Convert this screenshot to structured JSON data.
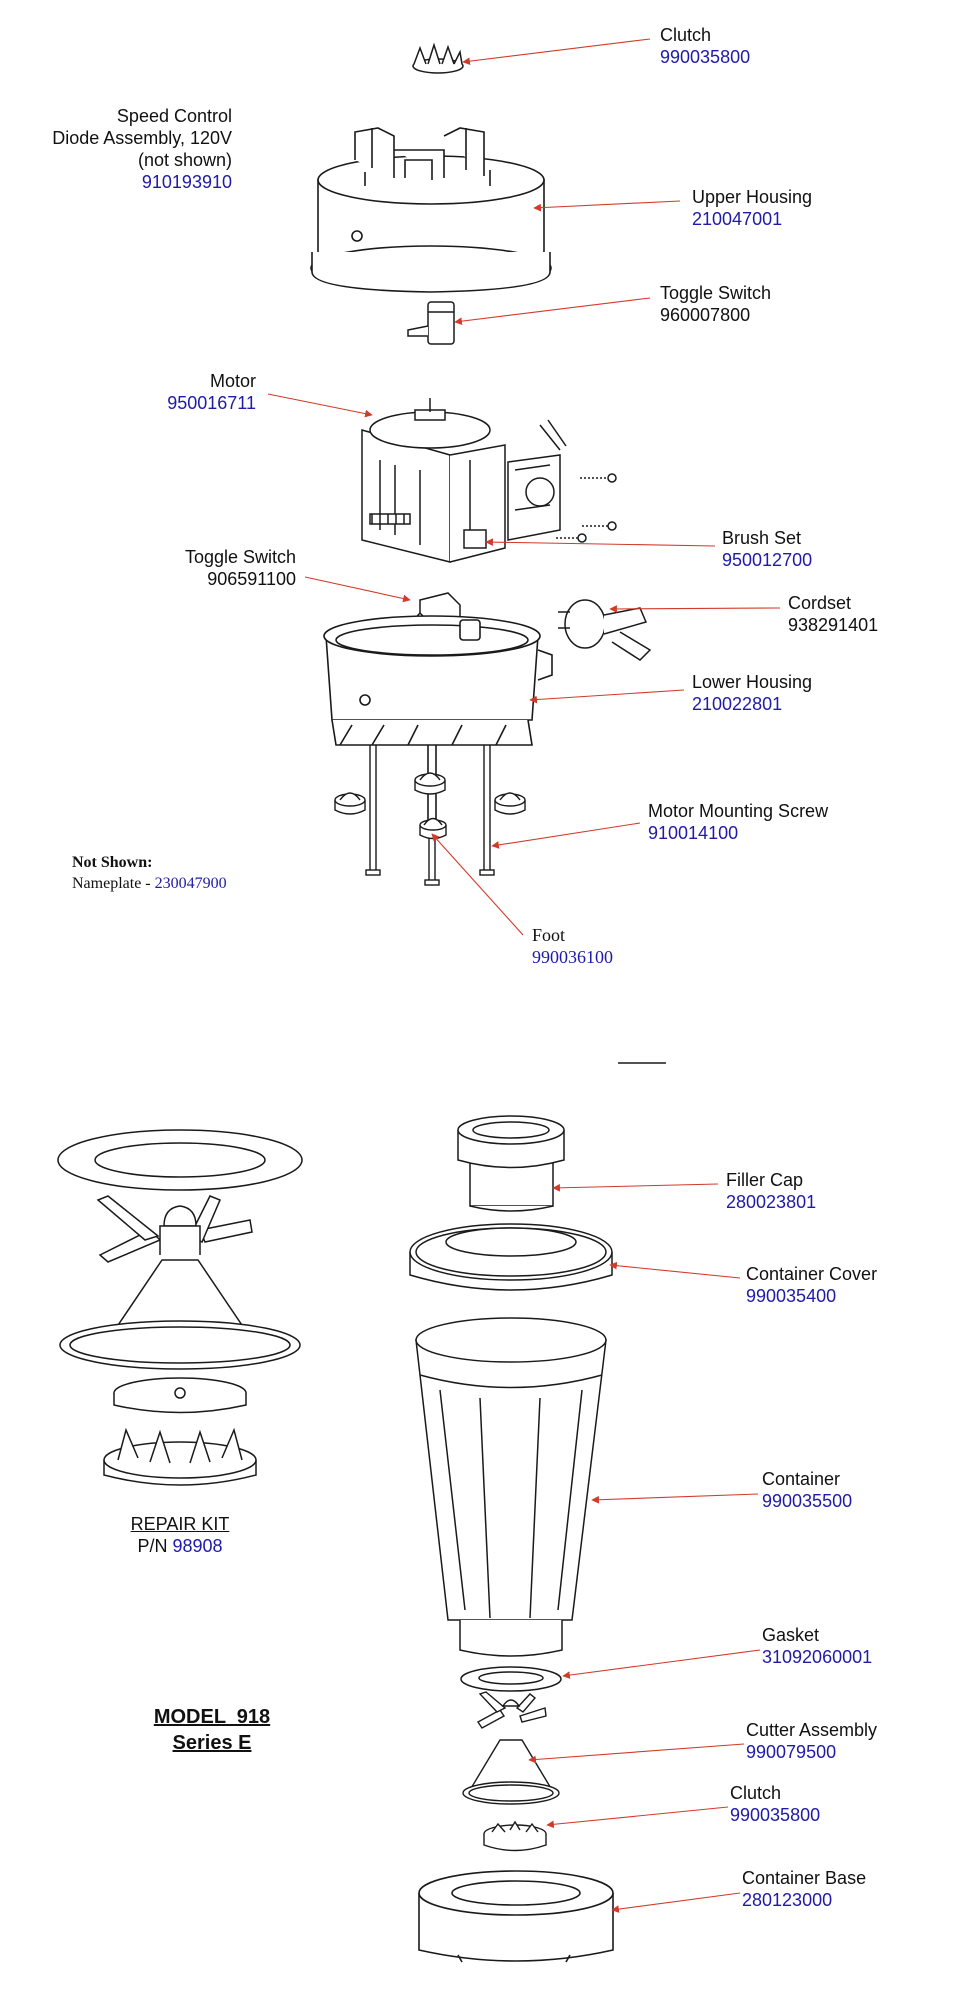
{
  "parts": {
    "clutch_top": {
      "name": "Clutch",
      "pn": "990035800"
    },
    "speed_control": {
      "line1": "Speed Control",
      "line2": "Diode Assembly, 120V",
      "line3": "(not shown)",
      "pn": "910193910"
    },
    "upper_housing": {
      "name": "Upper Housing",
      "pn": "210047001"
    },
    "toggle_switch_top": {
      "name": "Toggle Switch",
      "pn": "960007800"
    },
    "motor": {
      "name": "Motor",
      "pn": "950016711"
    },
    "brush_set": {
      "name": "Brush Set",
      "pn": "950012700"
    },
    "toggle_switch_mid": {
      "name": "Toggle Switch",
      "pn": "906591100"
    },
    "cordset": {
      "name": "Cordset",
      "pn": "938291401"
    },
    "lower_housing": {
      "name": "Lower Housing",
      "pn": "210022801"
    },
    "motor_mounting_screw": {
      "name": "Motor Mounting Screw",
      "pn": "910014100"
    },
    "foot": {
      "name": "Foot",
      "pn": "990036100"
    },
    "filler_cap": {
      "name": "Filler Cap",
      "pn": "280023801"
    },
    "container_cover": {
      "name": "Container Cover",
      "pn": "990035400"
    },
    "container": {
      "name": "Container",
      "pn": "990035500"
    },
    "gasket": {
      "name": "Gasket",
      "pn": "31092060001"
    },
    "cutter_assembly": {
      "name": "Cutter Assembly",
      "pn": "990079500"
    },
    "clutch_bottom": {
      "name": "Clutch",
      "pn": "990035800"
    },
    "container_base": {
      "name": "Container Base",
      "pn": "280123000"
    }
  },
  "not_shown": {
    "heading": "Not Shown:",
    "item": "Nameplate - ",
    "pn": "230047900"
  },
  "repair_kit": {
    "title": "REPAIR KIT",
    "pn_prefix": "P/N ",
    "pn": "98908"
  },
  "model": {
    "line1": "MODEL  918",
    "line2": "Series E"
  },
  "colors": {
    "part_number": "#1f1aa8",
    "leader_line": "#d23a2a",
    "drawing": "#1a1a1a"
  }
}
